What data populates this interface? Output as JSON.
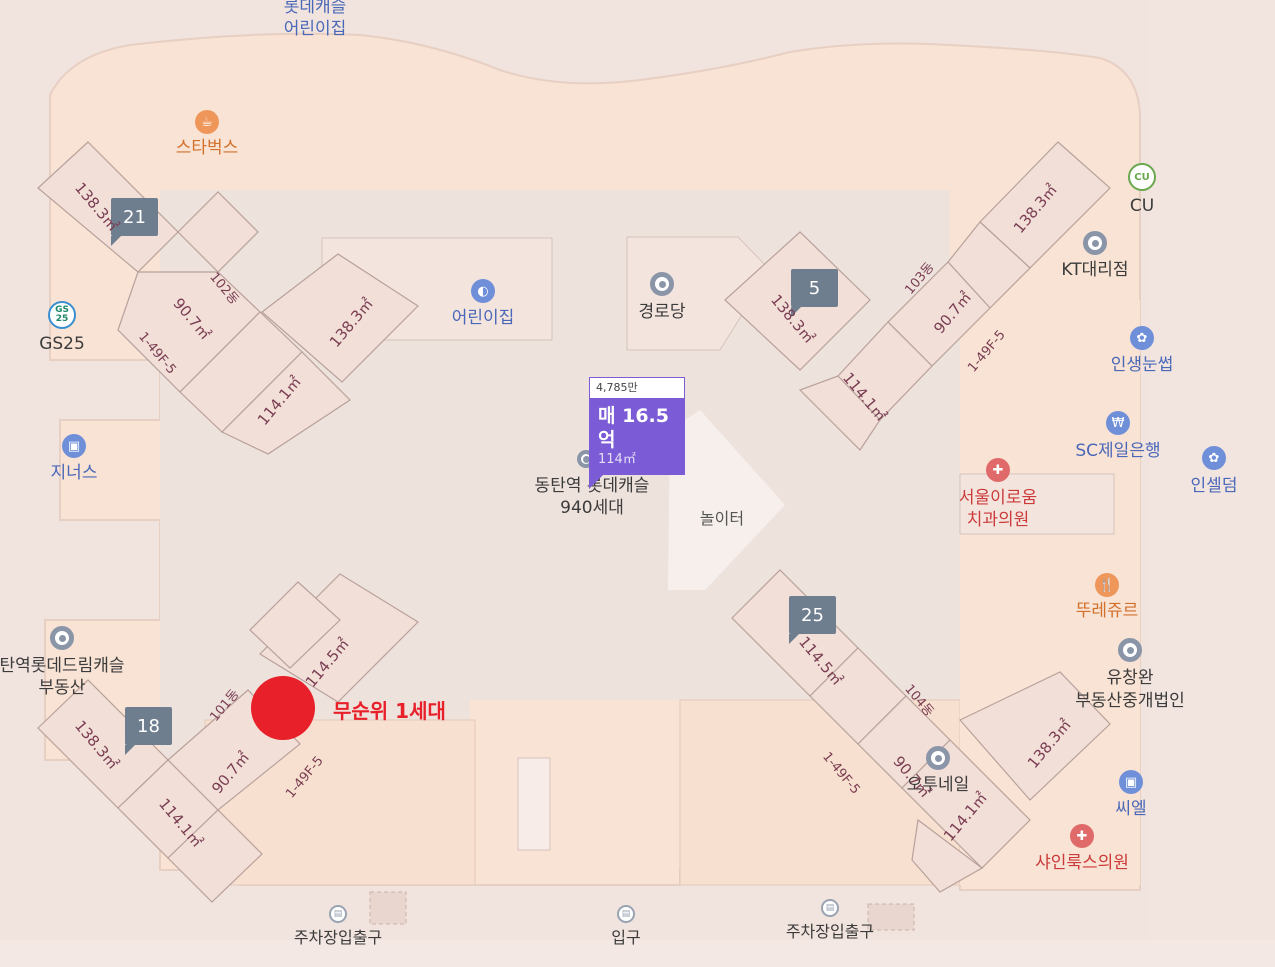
{
  "map": {
    "colors": {
      "residential": "#f8e3d4",
      "paved": "#eee2dd",
      "building": "#f2dfd8",
      "building_stroke": "#b9a19b",
      "accent_price": "#7b5bd6",
      "highlight": "#e8202a"
    },
    "pois": [
      {
        "name": "롯데캐슬\n어린이집",
        "color": "blue",
        "icon": "none"
      },
      {
        "name": "스타벅스",
        "color": "orange",
        "icon": "cafe-icon"
      },
      {
        "name": "CU",
        "color": "dark",
        "icon": "cu-logo"
      },
      {
        "name": "KT대리점",
        "color": "dark",
        "icon": "ring-marker-icon"
      },
      {
        "name": "GS25",
        "color": "dark",
        "icon": "gs25-logo"
      },
      {
        "name": "어린이집",
        "color": "blue",
        "icon": "daycare-icon"
      },
      {
        "name": "경로당",
        "color": "dark",
        "icon": "ring-marker-icon"
      },
      {
        "name": "인생눈썹",
        "color": "blue",
        "icon": "beauty-icon"
      },
      {
        "name": "SC제일은행",
        "color": "blue",
        "icon": "bank-icon"
      },
      {
        "name": "인셀덤",
        "color": "blue",
        "icon": "beauty-icon"
      },
      {
        "name": "지너스",
        "color": "blue",
        "icon": "shopping-bag-icon"
      },
      {
        "name": "서울이로움\n치과의원",
        "color": "red",
        "icon": "hospital-icon"
      },
      {
        "name": "뚜레쥬르",
        "color": "orange",
        "icon": "restaurant-icon"
      },
      {
        "name": "유창완\n부동산중개법인",
        "color": "dark",
        "icon": "ring-marker-icon"
      },
      {
        "name": "탄역롯데드림캐슬\n부동산",
        "color": "dark",
        "icon": "ring-marker-icon"
      },
      {
        "name": "오투네일",
        "color": "dark",
        "icon": "ring-marker-icon"
      },
      {
        "name": "씨엘",
        "color": "blue",
        "icon": "shopping-bag-icon"
      },
      {
        "name": "샤인룩스의원",
        "color": "red",
        "icon": "hospital-icon"
      },
      {
        "name": "주차장입출구",
        "color": "dark",
        "icon": "entrance-icon"
      },
      {
        "name": "입구",
        "color": "dark",
        "icon": "entrance-icon"
      },
      {
        "name": "주차장입출구",
        "color": "dark",
        "icon": "entrance-icon"
      }
    ],
    "complex": {
      "name": "동탄역 롯데캐슬",
      "households": "940세대"
    },
    "playground": "놀이터",
    "buildings": [
      "21",
      "5",
      "18",
      "25"
    ],
    "dongs": [
      "102동",
      "103동",
      "101동",
      "104동"
    ],
    "areas": [
      "138.3㎡",
      "90.7㎡",
      "138.3㎡",
      "114.1㎡",
      "138.3㎡",
      "90.7㎡",
      "114.1㎡",
      "138.3㎡",
      "114.5㎡",
      "138.3㎡",
      "90.7㎡",
      "114.1㎡",
      "114.5㎡",
      "90.7㎡",
      "138.3㎡",
      "114.1㎡"
    ],
    "floors": [
      "1-49F-5",
      "1-49F-5",
      "1-49F-5",
      "1-49F-5"
    ],
    "price_card": {
      "subtitle": "4,785만",
      "price": "매 16.5억",
      "area": "114㎡"
    },
    "annotation": "무순위 1세대"
  }
}
